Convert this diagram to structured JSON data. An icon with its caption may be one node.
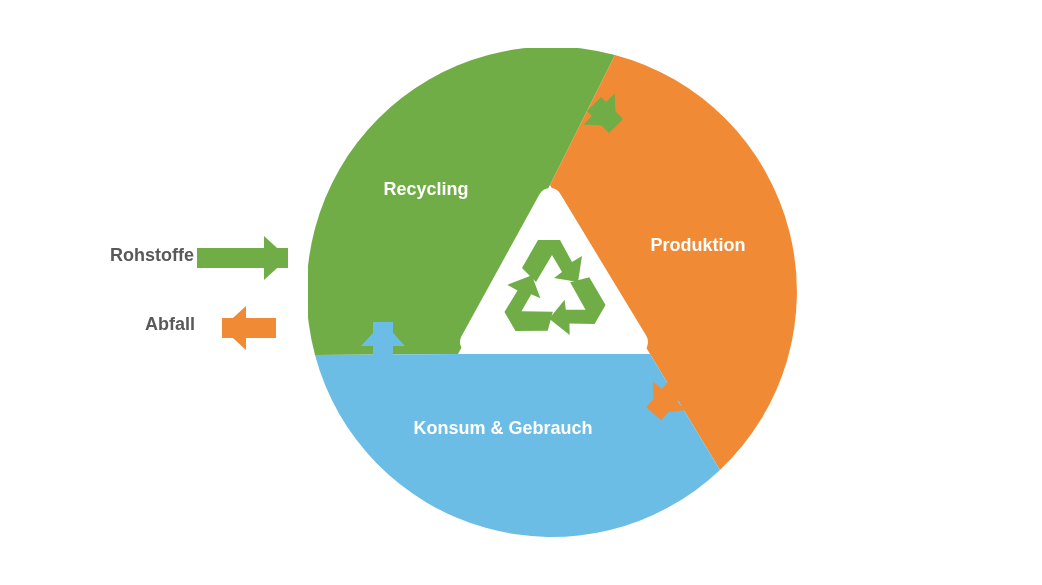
{
  "diagram": {
    "nodes": [
      {
        "text": [
          "Recycling"
        ]
      },
      {
        "text": [
          "Produktion"
        ]
      },
      {
        "text": [
          "Konsum & Gebrauch"
        ]
      },
      {
        "text": [
          "Rohstoffe"
        ]
      },
      {
        "text": [
          "Abfall"
        ]
      }
    ],
    "edges": [
      {
        "from": 0,
        "to": 1,
        "arrow": "to",
        "color": "#70ad47"
      },
      {
        "from": 1,
        "to": 2,
        "arrow": "to",
        "color": "#f08a35"
      },
      {
        "from": 2,
        "to": 0,
        "arrow": "to",
        "color": "#6bbde6"
      },
      {
        "from": 3,
        "to": 0,
        "arrow": "to",
        "color": "#70ad47"
      },
      {
        "from": null,
        "to": 4,
        "arrow": "to",
        "color": "#f08a35"
      }
    ]
  }
}
